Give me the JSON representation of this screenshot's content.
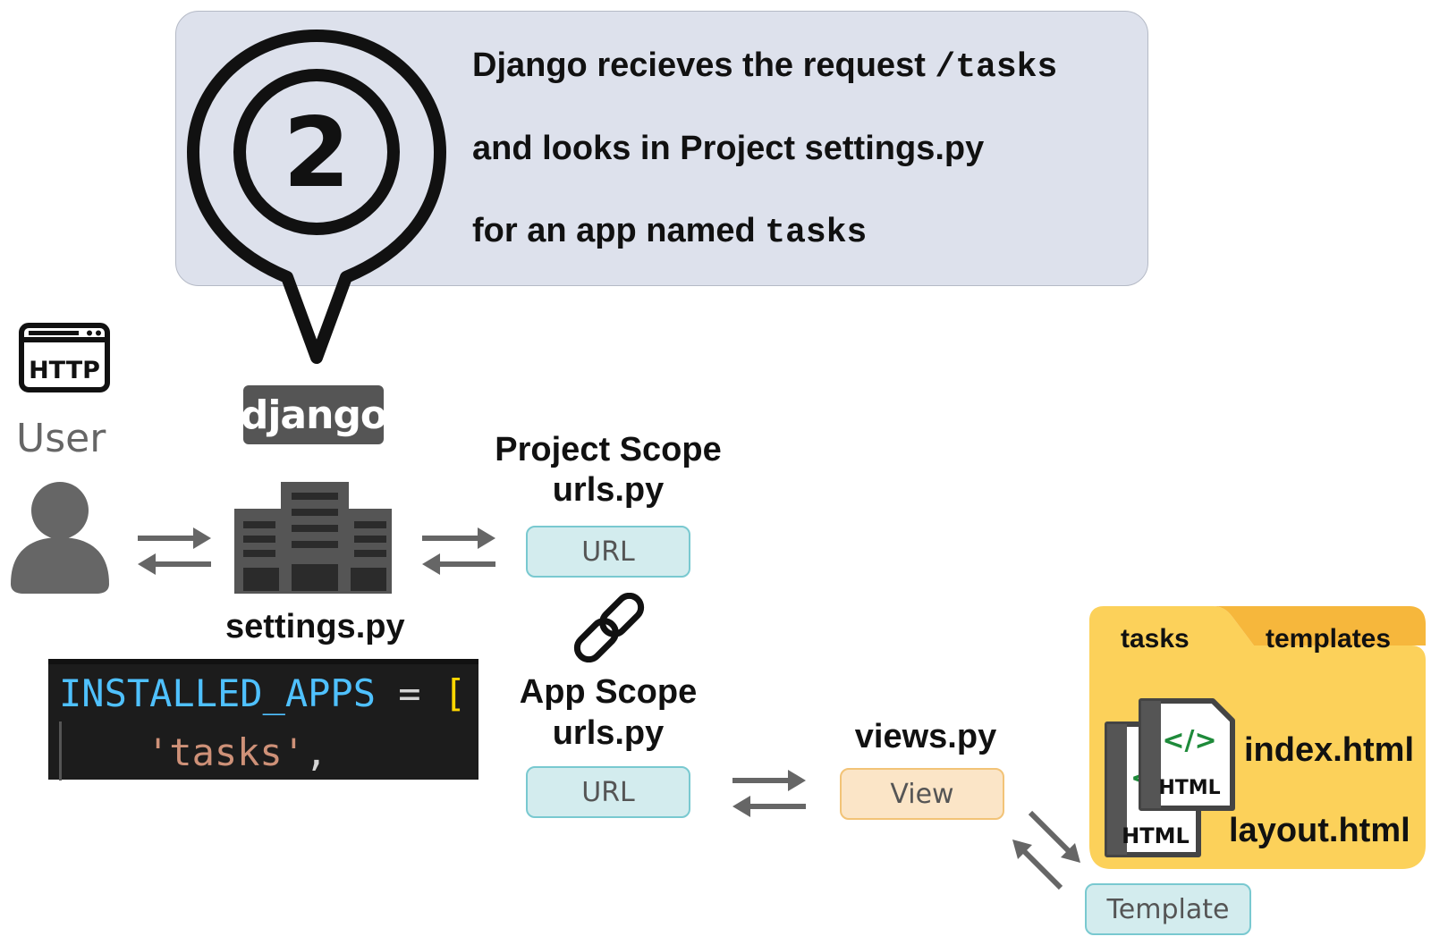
{
  "callout": {
    "step_number": "2",
    "line1_text": "Django recieves the request ",
    "line1_code": "/tasks",
    "line2_text": "and looks in Project settings.py",
    "line3_text": "for an app named ",
    "line3_code": "tasks"
  },
  "user": {
    "http_label": "HTTP",
    "label": "User"
  },
  "django": {
    "logo_text": "django",
    "settings_label": "settings.py"
  },
  "code": {
    "line1_name": "INSTALLED_APPS",
    "line1_op": " = ",
    "line1_bracket": "[",
    "line2_string": "'tasks'",
    "line2_comma": ","
  },
  "project_scope": {
    "title": "Project Scope",
    "file": "urls.py",
    "box_label": "URL"
  },
  "app_scope": {
    "title": "App Scope",
    "file": "urls.py",
    "box_label": "URL"
  },
  "views": {
    "file": "views.py",
    "box_label": "View"
  },
  "folder": {
    "tab_left": "tasks",
    "tab_right": "templates",
    "file_front_label": "HTML",
    "file_back_label": "HTML",
    "file_back_code": "</>",
    "index_file": "index.html",
    "layout_file": "layout.html"
  },
  "template": {
    "box_label": "Template"
  },
  "colors": {
    "callout_bg": "#dde1ec",
    "url_box_bg": "#d3ecee",
    "url_box_border": "#79c9d0",
    "view_box_bg": "#fbe5c7",
    "view_box_border": "#f2c377",
    "folder_yellow": "#fcd15a",
    "folder_tab_orange": "#f6b73c",
    "icon_gray": "#666666"
  }
}
